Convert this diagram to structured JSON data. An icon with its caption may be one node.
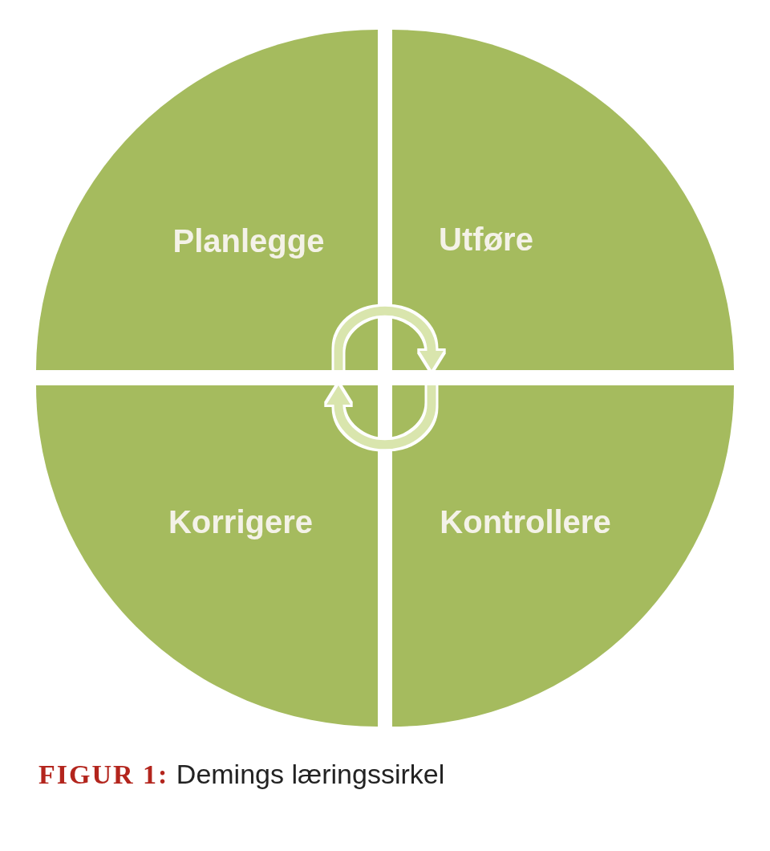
{
  "diagram": {
    "nodes": [
      {
        "text": [
          "Planlegge"
        ]
      },
      {
        "text": [
          "Utføre"
        ]
      },
      {
        "text": [
          "Korrigere"
        ]
      },
      {
        "text": [
          "Kontrollere"
        ]
      }
    ],
    "edges": [
      {
        "from": 0,
        "to": 1,
        "arrow": "to"
      },
      {
        "from": 3,
        "to": 2,
        "arrow": "to"
      }
    ],
    "caption": "**FIGUR 1:** Demings læringssirkel"
  }
}
